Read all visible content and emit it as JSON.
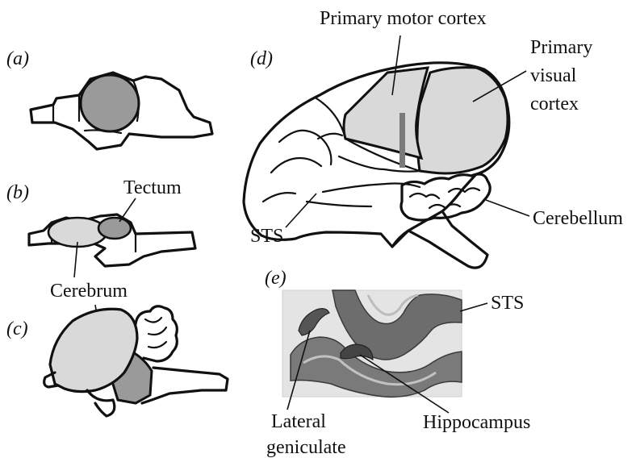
{
  "panels": {
    "a": "(a)",
    "b": "(b)",
    "c": "(c)",
    "d": "(d)",
    "e": "(e)"
  },
  "labels": {
    "tectum": "Tectum",
    "cerebrum": "Cerebrum",
    "primary_motor_cortex": "Primary motor cortex",
    "primary_visual_line1": "Primary",
    "primary_visual_line2": "visual",
    "primary_visual_line3": "cortex",
    "sts_d": "STS",
    "cerebellum": "Cerebellum",
    "sts_e": "STS",
    "lateral_line1": "Lateral",
    "lateral_line2": "geniculate",
    "hippocampus": "Hippocampus"
  },
  "colors": {
    "outline": "#111111",
    "dark_region": "#9a9a9a",
    "light_region": "#d9d9d9",
    "motor_bar": "#7a7a7a"
  }
}
